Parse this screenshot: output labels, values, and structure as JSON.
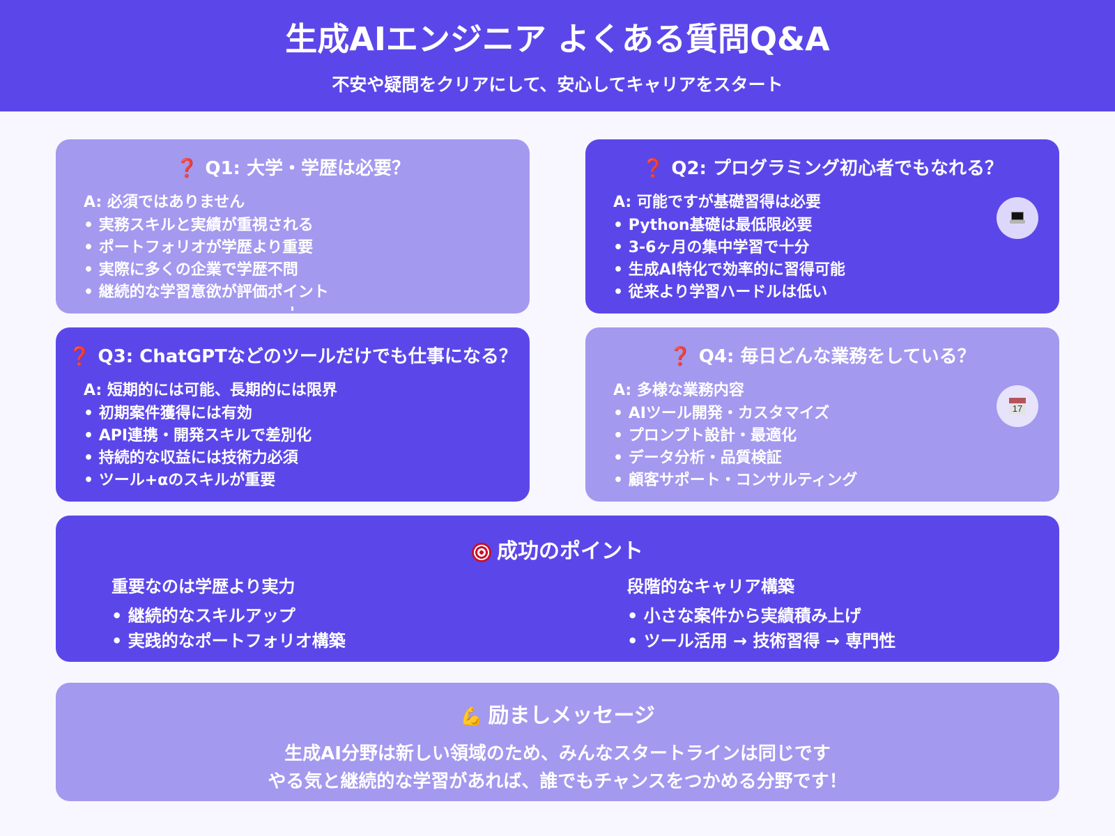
{
  "header": {
    "title": "生成AIエンジニア よくある質問Q&A",
    "subtitle": "不安や疑問をクリアにして、安心してキャリアをスタート"
  },
  "colors": {
    "primary": "#5b47e9",
    "light": "#a399ef",
    "background": "#f8f7ff",
    "question_mark": "#d40000"
  },
  "question_icon": "❓",
  "qa": [
    {
      "question": "Q1: 大学・学歴は必要？",
      "answer": "A: 必須ではありません",
      "bullets": [
        "• 実務スキルと実績が重視される",
        "• ポートフォリオが学歴より重要",
        "• 実際に多くの企業で学歴不問",
        "• 継続的な学習意欲が評価ポイント"
      ],
      "icon": null
    },
    {
      "question": "Q2: プログラミング初心者でもなれる？",
      "answer": "A: 可能ですが基礎習得は必要",
      "bullets": [
        "• Python基礎は最低限必要",
        "• 3-6ヶ月の集中学習で十分",
        "• 生成AI特化で効率的に習得可能",
        "• 従来より学習ハードルは低い"
      ],
      "icon": "laptop-icon"
    },
    {
      "question": "Q3: ChatGPTなどのツールだけでも仕事になる？",
      "answer": "A: 短期的には可能、長期的には限界",
      "bullets": [
        "• 初期案件獲得には有効",
        "• API連携・開発スキルで差別化",
        "• 持続的な収益には技術力必須",
        "• ツール+αのスキルが重要"
      ],
      "icon": null
    },
    {
      "question": "Q4: 毎日どんな業務をしている？",
      "answer": "A: 多様な業務内容",
      "bullets": [
        "• AIツール開発・カスタマイズ",
        "• プロンプト設計・最適化",
        "• データ分析・品質検証",
        "• 顧客サポート・コンサルティング"
      ],
      "icon": "calendar-icon",
      "calendar_day": "17"
    }
  ],
  "success": {
    "title": "成功のポイント",
    "icon": "target-icon",
    "columns": [
      {
        "heading": "重要なのは学歴より実力",
        "items": [
          "• 継続的なスキルアップ",
          "• 実践的なポートフォリオ構築"
        ]
      },
      {
        "heading": "段階的なキャリア構築",
        "items": [
          "• 小さな案件から実績積み上げ",
          "• ツール活用 → 技術習得 → 専門性"
        ]
      }
    ]
  },
  "message": {
    "title": "励ましメッセージ",
    "icon": "muscle-icon",
    "lines": [
      "生成AI分野は新しい領域のため、みんなスタートラインは同じです",
      "やる気と継続的な学習があれば、誰でもチャンスをつかめる分野です！"
    ]
  }
}
